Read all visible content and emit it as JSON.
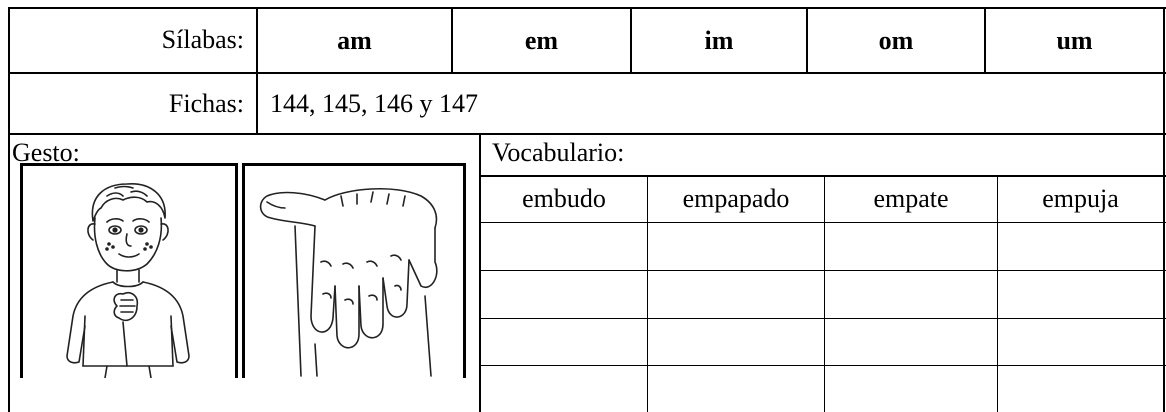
{
  "syllables_row": {
    "label": "Sílabas:",
    "items": [
      "am",
      "em",
      "im",
      "om",
      "um"
    ]
  },
  "fichas_row": {
    "label": "Fichas:",
    "value": "144, 145, 146 y 147"
  },
  "gesture_section": {
    "label": "Gesto:",
    "images": [
      "boy-hand-on-chest-illustration",
      "hand-gesture-illustration"
    ]
  },
  "vocabulary_section": {
    "label": "Vocabulario:",
    "words": [
      "embudo",
      "empapado",
      "empate",
      "empuja"
    ],
    "blank_rows": 4
  }
}
